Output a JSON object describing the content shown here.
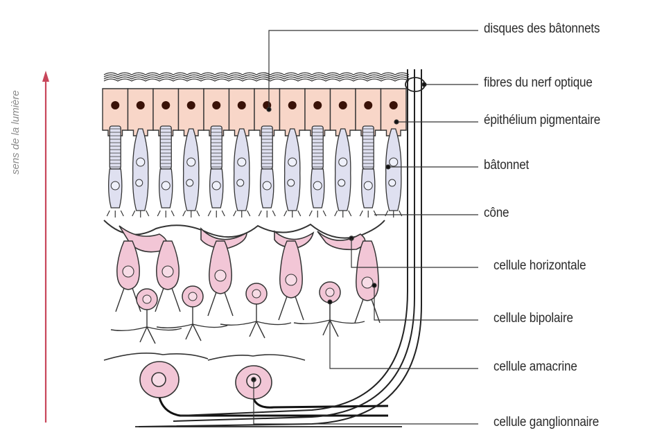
{
  "labels": {
    "disques": "disques des bâtonnets",
    "fibres": "fibres du nerf optique",
    "epithelium": "épithélium pigmentaire",
    "batonnet": "bâtonnet",
    "cone": "cône",
    "horizontale": "cellule horizontale",
    "bipolaire": "cellule bipolaire",
    "amacrine": "cellule amacrine",
    "ganglionnaire": "cellule ganglionnaire"
  },
  "side_label": "sens de la lumière",
  "colors": {
    "cell_pink": "#f2c6d6",
    "epithelium": "#f8d6c8",
    "receptor": "#dfe0f0",
    "nucleus": "#3a1208",
    "outline": "#333333",
    "arrow": "#c8465a",
    "text": "#2a2a2a"
  }
}
